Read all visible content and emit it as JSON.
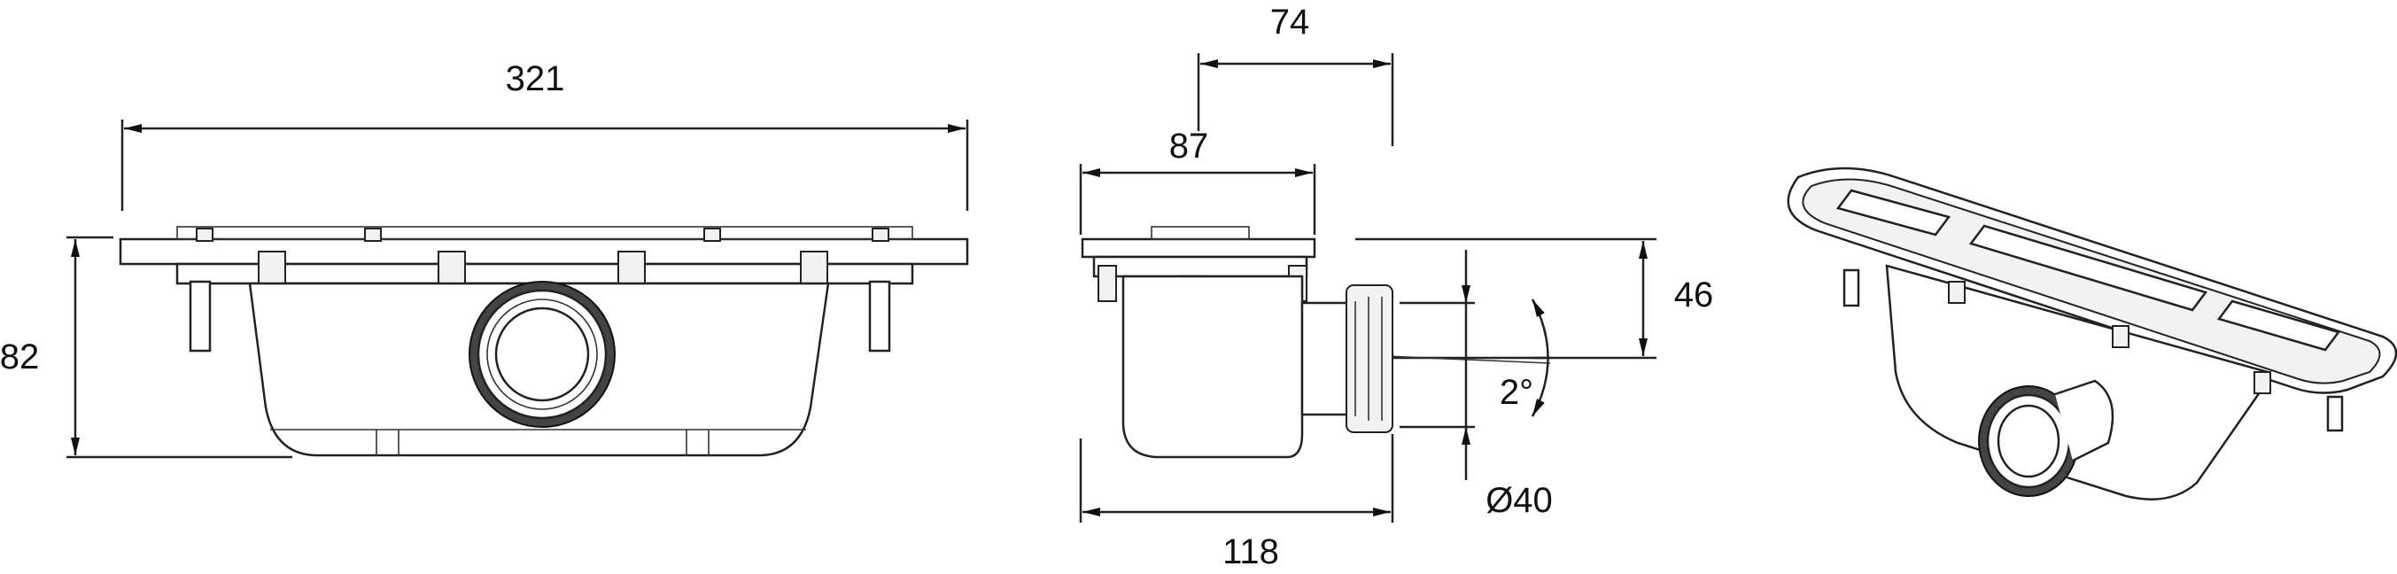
{
  "dimensions": {
    "front_width": "321",
    "front_height": "82",
    "side_top_offset": "74",
    "side_width_top": "87",
    "side_height": "46",
    "side_slope": "2°",
    "side_outlet_diameter": "Ø40",
    "side_overall_width": "118"
  }
}
